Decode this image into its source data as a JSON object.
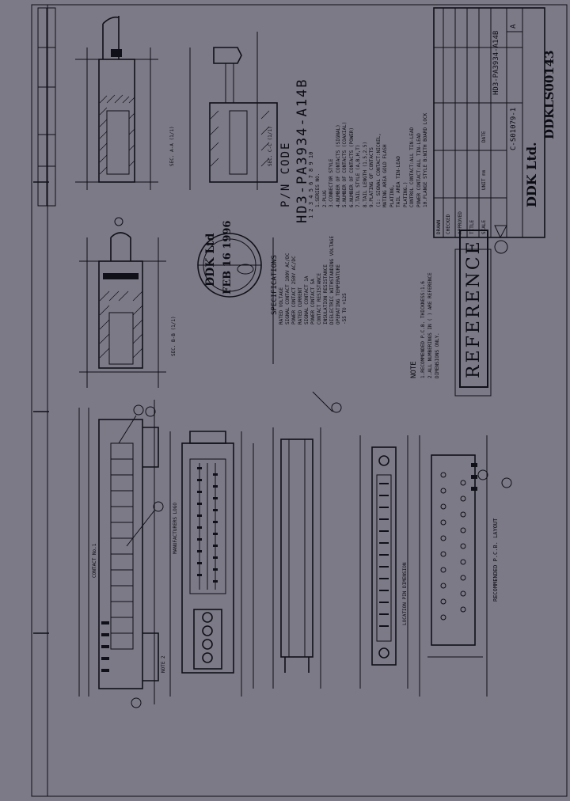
{
  "title_block": {
    "company": "DDK Ltd.",
    "document_number": "DDKLS00143",
    "drawing_number": "C-S01079-1",
    "revision": "A",
    "part_number": "HD3-PA3934-A14B",
    "rows": [
      "DRAWN",
      "CHECKED",
      "APPROVED",
      "TITLE",
      "SCALE",
      "UNIT mm",
      "DATE"
    ]
  },
  "part_number_code": {
    "heading": "P/N CODE",
    "code": "HD3-PA3934-A14B",
    "digits": "1 2 3 4 5 6 7 8 9 10",
    "items": [
      "1.SERIES NO.",
      "2.PLUG",
      "3.CONNECTOR STYLE",
      "4.NUMBER OF CONTACTS  (SIGNAL)",
      "5.NUMBER OF CONTACTS  (COAXIAL)",
      "6.NUMBER OF CONTACTS  (POWER)",
      "7.TAIL STYLE           (A,B,H,T)",
      "8.TAIL LENGTH          (1.5,2.5)",
      "9.PLATING OF CONTACTS",
      "  (1: SIGNAL CONTACT:NICKEL,",
      "   MATING AREA GOLD FLASH",
      "   PLATING,",
      "   TAIL AREA TIN-LEAD",
      "   PLATING.)",
      "CONTROL CONTACT:ALL TIN-LEAD",
      "POWER CONTACT:ALL TIN-LEAD",
      "10.FLANGE STYLE   B:WITH BOARD LOCK"
    ]
  },
  "specifications": {
    "heading": "SPECIFICATIONS",
    "items": [
      "RATED VOLTAGE",
      "  SIGNAL CONTACT  100V AC/DC",
      "  POWER CONTACT   250V AC/DC",
      "RATED CURRENT",
      "  SIGNAL CONTACT  1A",
      "  POWER CONTACT   5A",
      "CONTACT RESISTANCE",
      "INSULATION RESISTANCE",
      "DIELECTRIC WITHSTANDING VOLTAGE",
      "OPERATING TEMPERATURE",
      "  -55 TO +125"
    ]
  },
  "notes": {
    "heading": "NOTE",
    "items": [
      "1.RECOMMENDED P.C.B. THICKNESS:1.6",
      "2.ALL NUMBERINGS IN ( ) ARE REFERENCE",
      "  DIMENSIONS ONLY."
    ]
  },
  "stamp": {
    "date": "FEB 16 1996",
    "company": "DDK Ltd"
  },
  "reference_stamp": "REFERENCE",
  "view_labels": {
    "section_a": "SEC. A-A (1/1)",
    "section_b": "SEC. B-B (1/1)",
    "section_c": "SEC. C-C (1/1)",
    "layout": "RECOMMENDED P.C.B. LAYOUT",
    "manufacturer_logo": "MANUFACTURERS LOGO",
    "contact_no1": "CONTACT No.1",
    "note2": "NOTE 2",
    "location_pin": "LOCATION PIN DIMENSION"
  }
}
